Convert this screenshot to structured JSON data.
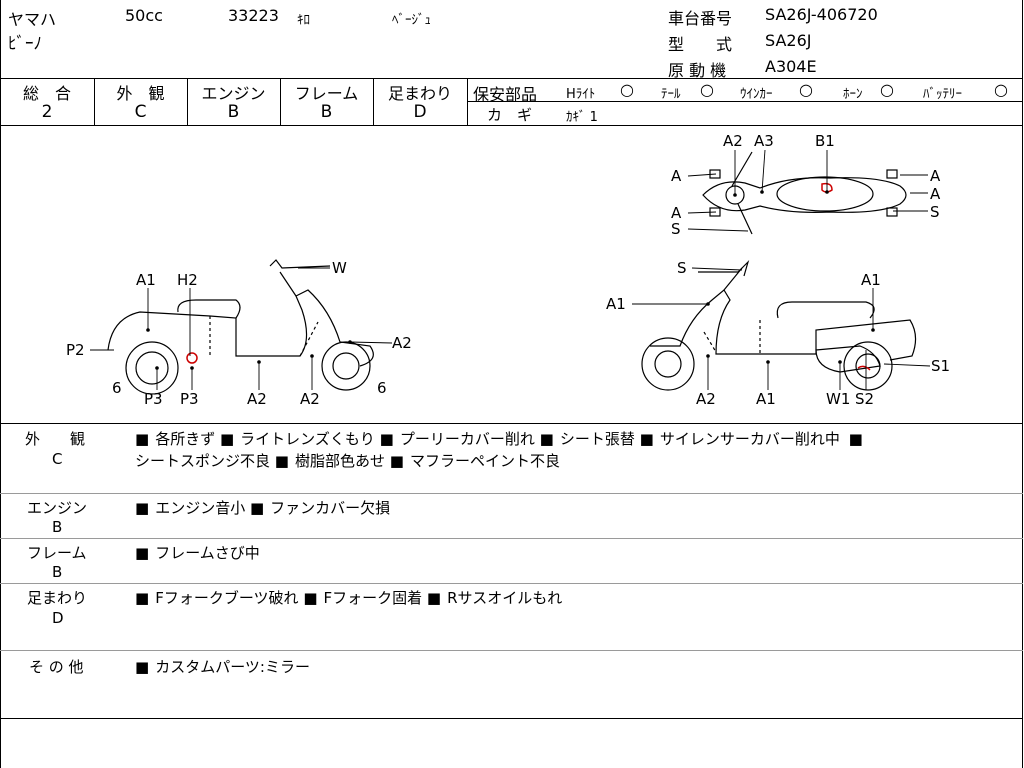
{
  "header": {
    "maker": "ヤマハ",
    "cc": "50cc",
    "number": "33223",
    "number_suffix": "ｷﾛ",
    "color": "ﾍﾞｰｼﾞｭ",
    "model_name": "ﾋﾞｰﾉ",
    "frame_label": "車台番号",
    "frame_value": "SA26J-406720",
    "type_label": "型　　式",
    "type_value": "SA26J",
    "engine_label": "原 動 機",
    "engine_value": "A304E"
  },
  "grades": {
    "overall_label": "総　合",
    "overall_value": "2",
    "exterior_label": "外　観",
    "exterior_value": "C",
    "engine_label": "エンジン",
    "engine_value": "B",
    "frame_label": "フレーム",
    "frame_value": "B",
    "suspension_label": "足まわり",
    "suspension_value": "D"
  },
  "safety": {
    "label": "保安部品",
    "headlight": "Hﾗｲﾄ",
    "tail": "ﾃｰﾙ",
    "winker": "ｳｲﾝｶｰ",
    "horn": "ﾎｰﾝ",
    "battery": "ﾊﾞｯﾃﾘｰ",
    "mark": "○",
    "key_label": "カ　ギ",
    "key_value": "ｶｷﾞ 1"
  },
  "diagram_labels": {
    "top": [
      "A2",
      "A3",
      "B1",
      "A",
      "A",
      "A",
      "A",
      "S",
      "S"
    ],
    "left": [
      "A1",
      "H2",
      "W",
      "P2",
      "A2",
      "6",
      "6",
      "P3",
      "P3",
      "A2",
      "A2"
    ],
    "right": [
      "S",
      "A1",
      "A1",
      "S1",
      "A2",
      "A1",
      "W1",
      "S2"
    ]
  },
  "remarks": [
    {
      "label": "外　　観",
      "grade": "C",
      "items": [
        "各所きず",
        "ライトレンズくもり",
        "プーリーカバー削れ",
        "シート張替",
        "サイレンサーカバー削れ中",
        "シートスポンジ不良",
        "樹脂部色あせ",
        "マフラーペイント不良"
      ]
    },
    {
      "label": "エンジン",
      "grade": "B",
      "items": [
        "エンジン音小",
        "ファンカバー欠損"
      ]
    },
    {
      "label": "フレーム",
      "grade": "B",
      "items": [
        "フレームさび中"
      ]
    },
    {
      "label": "足まわり",
      "grade": "D",
      "items": [
        "Fフォークブーツ破れ",
        "Fフォーク固着",
        "Rサスオイルもれ"
      ]
    },
    {
      "label": "そ の 他",
      "grade": "",
      "items": [
        "カスタムパーツ:ミラー"
      ]
    }
  ]
}
